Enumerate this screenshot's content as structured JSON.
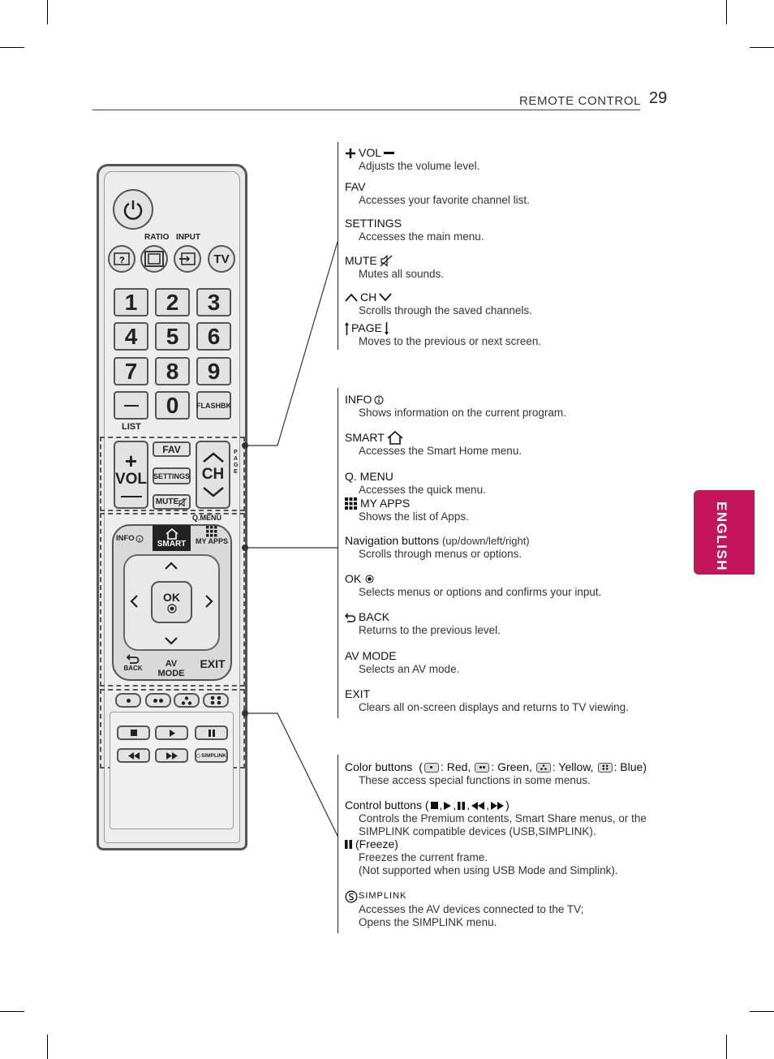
{
  "header": {
    "section": "REMOTE CONTROL",
    "page": "29"
  },
  "side_tab": "ENGLISH",
  "remote": {
    "ratio": "RATIO",
    "input": "INPUT",
    "tv": "TV",
    "digits": [
      "1",
      "2",
      "3",
      "4",
      "5",
      "6",
      "7",
      "8",
      "9",
      "0"
    ],
    "list": "LIST",
    "flashbk": "FLASHBK",
    "vol": "VOL",
    "ch": "CH",
    "fav": "FAV",
    "settings": "SETTINGS",
    "mute": "MUTE",
    "page_letters": "PAGE",
    "qmenu": "Q.MENU",
    "info": "INFO",
    "smart": "SMART",
    "myapps": "MY APPS",
    "ok": "OK",
    "back": "BACK",
    "avmode": "AV MODE",
    "exit": "EXIT",
    "simplink": "SIMPLINK"
  },
  "group1": [
    {
      "term": "VOL",
      "text": "Adjusts the volume level."
    },
    {
      "term": "FAV",
      "text": "Accesses your favorite channel list."
    },
    {
      "term": "SETTINGS",
      "text": "Accesses the main menu."
    },
    {
      "term": "MUTE",
      "text": "Mutes all sounds."
    },
    {
      "term": "CH",
      "text": "Scrolls through the saved channels."
    },
    {
      "term": "PAGE",
      "text": "Moves to the previous or next screen."
    }
  ],
  "group2": [
    {
      "term": "INFO",
      "text": "Shows information on the current program."
    },
    {
      "term": "SMART",
      "text": "Accesses the Smart Home menu."
    },
    {
      "term": "Q. MENU",
      "text": "Accesses the quick menu."
    },
    {
      "term": "MY APPS",
      "text": "Shows the list of Apps."
    },
    {
      "term": "Navigation buttons",
      "extra": "(up/down/left/right)",
      "text": "Scrolls through menus or options."
    },
    {
      "term": "OK",
      "text": "Selects menus or options and confirms your input."
    },
    {
      "term": "BACK",
      "text": "Returns to the previous level."
    },
    {
      "term": "AV MODE",
      "text": "Selects an AV mode."
    },
    {
      "term": "EXIT",
      "text": "Clears all on-screen displays and returns to TV viewing."
    }
  ],
  "group3": {
    "color_term": "Color buttons",
    "color_red": ": Red,",
    "color_green": ": Green,",
    "color_yellow": ": Yellow,",
    "color_blue": ": Blue)",
    "color_text": "These access special functions in some menus.",
    "control_term": "Control buttons (",
    "control_text1": "Controls the Premium contents, Smart Share menus, or the",
    "control_text2": "SIMPLINK compatible devices (USB,SIMPLINK).",
    "freeze_term": "(Freeze)",
    "freeze_text1": "Freezes the current frame.",
    "freeze_text2": "(Not supported when using USB Mode and Simplink).",
    "simplink_text1": "Accesses the AV devices connected to the TV;",
    "simplink_text2": "Opens the SIMPLINK menu."
  }
}
